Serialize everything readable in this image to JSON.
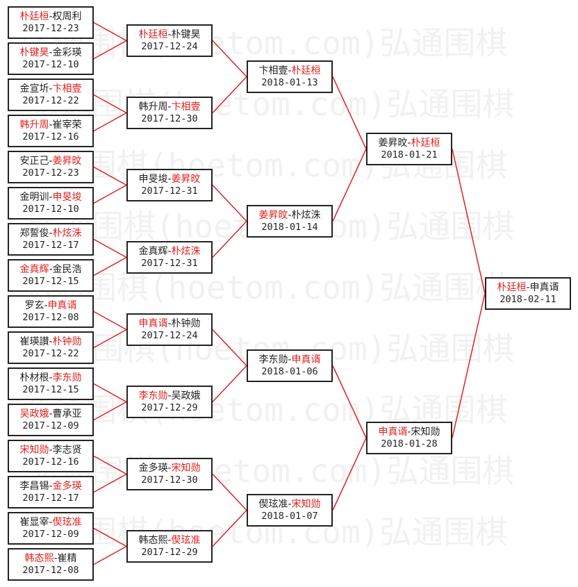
{
  "watermark": "弘通围棋(hoetom.com)弘通围棋",
  "colors": {
    "winner": "#e0211f",
    "line": "#e0211f",
    "text": "#222222",
    "border": "#222222"
  },
  "rounds": [
    [
      {
        "p1": "朴廷桓",
        "p2": "权周利",
        "winner": 1,
        "date": "2017-12-23"
      },
      {
        "p1": "朴键昊",
        "p2": "金彩瑛",
        "winner": 1,
        "date": "2017-12-10"
      },
      {
        "p1": "金宣圻",
        "p2": "卞相壹",
        "winner": 2,
        "date": "2017-12-22"
      },
      {
        "p1": "韩升周",
        "p2": "崔宰荣",
        "winner": 1,
        "date": "2017-12-16"
      },
      {
        "p1": "安正己",
        "p2": "姜昇旼",
        "winner": 2,
        "date": "2017-12-23"
      },
      {
        "p1": "金明训",
        "p2": "申旻埈",
        "winner": 2,
        "date": "2017-12-10"
      },
      {
        "p1": "郑誓俊",
        "p2": "朴炫洙",
        "winner": 2,
        "date": "2017-12-17"
      },
      {
        "p1": "金真辉",
        "p2": "金民浩",
        "winner": 1,
        "date": "2017-12-15"
      },
      {
        "p1": "罗玄",
        "p2": "申真谞",
        "winner": 2,
        "date": "2017-12-08"
      },
      {
        "p1": "崔瑛讃",
        "p2": "朴钟勋",
        "winner": 2,
        "date": "2017-12-22"
      },
      {
        "p1": "朴材根",
        "p2": "李东勋",
        "winner": 2,
        "date": "2017-12-15"
      },
      {
        "p1": "吴政娥",
        "p2": "曹承亚",
        "winner": 1,
        "date": "2017-12-09"
      },
      {
        "p1": "宋知勋",
        "p2": "李志贤",
        "winner": 1,
        "date": "2017-12-16"
      },
      {
        "p1": "李昌锡",
        "p2": "金多瑛",
        "winner": 2,
        "date": "2017-12-17"
      },
      {
        "p1": "崔显宰",
        "p2": "偰玹准",
        "winner": 2,
        "date": "2017-12-09"
      },
      {
        "p1": "韩态熙",
        "p2": "崔精",
        "winner": 1,
        "date": "2017-12-08"
      }
    ],
    [
      {
        "p1": "朴廷桓",
        "p2": "朴键昊",
        "winner": 1,
        "date": "2017-12-24"
      },
      {
        "p1": "韩升周",
        "p2": "卞相壹",
        "winner": 2,
        "date": "2017-12-30"
      },
      {
        "p1": "申旻埈",
        "p2": "姜昇旼",
        "winner": 2,
        "date": "2017-12-31"
      },
      {
        "p1": "金真辉",
        "p2": "朴炫洙",
        "winner": 2,
        "date": "2017-12-31"
      },
      {
        "p1": "申真谞",
        "p2": "朴钟勋",
        "winner": 1,
        "date": "2017-12-24"
      },
      {
        "p1": "李东勋",
        "p2": "吴政娥",
        "winner": 1,
        "date": "2017-12-29"
      },
      {
        "p1": "金多瑛",
        "p2": "宋知勋",
        "winner": 2,
        "date": "2017-12-30"
      },
      {
        "p1": "韩态熙",
        "p2": "偰玹准",
        "winner": 2,
        "date": "2017-12-29"
      }
    ],
    [
      {
        "p1": "卞相壹",
        "p2": "朴廷桓",
        "winner": 2,
        "date": "2018-01-13"
      },
      {
        "p1": "姜昇旼",
        "p2": "朴炫洙",
        "winner": 1,
        "date": "2018-01-14"
      },
      {
        "p1": "李东勋",
        "p2": "申真谞",
        "winner": 2,
        "date": "2018-01-06"
      },
      {
        "p1": "偰玹准",
        "p2": "宋知勋",
        "winner": 2,
        "date": "2018-01-07"
      }
    ],
    [
      {
        "p1": "姜昇旼",
        "p2": "朴廷桓",
        "winner": 2,
        "date": "2018-01-21"
      },
      {
        "p1": "申真谞",
        "p2": "宋知勋",
        "winner": 1,
        "date": "2018-01-28"
      }
    ],
    [
      {
        "p1": "朴廷桓",
        "p2": "申真谞",
        "winner": 1,
        "date": "2018-02-11"
      }
    ]
  ]
}
